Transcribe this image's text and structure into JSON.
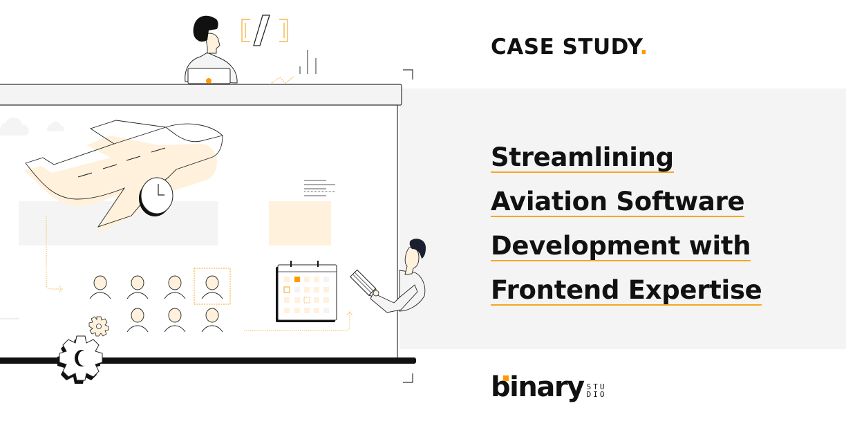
{
  "header": {
    "label": "CASE STUDY",
    "label_dot": "."
  },
  "headline": {
    "lines": [
      "Streamlining",
      "Aviation Software",
      "Development with",
      "Frontend Expertise"
    ]
  },
  "brand": {
    "name": "binary",
    "suffix_top": "STU",
    "suffix_bottom": "DIO"
  },
  "illustration": {
    "code_symbol": "[/]",
    "icons": [
      "person-with-laptop-icon",
      "code-brackets-icon",
      "airplane-icon",
      "clock-icon",
      "chart-icon",
      "text-lines-icon",
      "team-avatars-icon",
      "gear-icon",
      "calendar-icon",
      "pencil-icon",
      "person-presenting-icon",
      "cloud-icon"
    ]
  },
  "colors": {
    "accent": "#ff9a00",
    "underline": "#f5a623",
    "panel": "#f4f4f4",
    "cream": "#fff1dc",
    "ink": "#111111"
  }
}
